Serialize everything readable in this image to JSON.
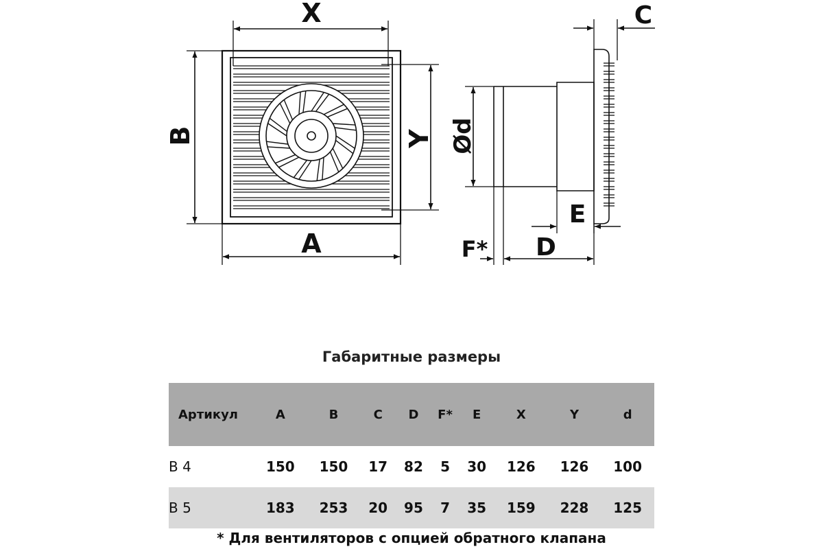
{
  "drawing": {
    "labels": {
      "x": "X",
      "y": "Y",
      "a": "A",
      "b": "B",
      "c": "C",
      "d_diameter": "Ød",
      "d": "D",
      "e": "E",
      "f": "F*"
    }
  },
  "table": {
    "title": "Габаритные размеры",
    "headers": [
      "Артикул",
      "A",
      "B",
      "C",
      "D",
      "F*",
      "E",
      "X",
      "Y",
      "d"
    ],
    "rows": [
      [
        "B 4",
        "150",
        "150",
        "17",
        "82",
        "5",
        "30",
        "126",
        "126",
        "100"
      ],
      [
        "B 5",
        "183",
        "253",
        "20",
        "95",
        "7",
        "35",
        "159",
        "228",
        "125"
      ]
    ]
  },
  "footnote": "* Для вентиляторов с опцией обратного клапана"
}
